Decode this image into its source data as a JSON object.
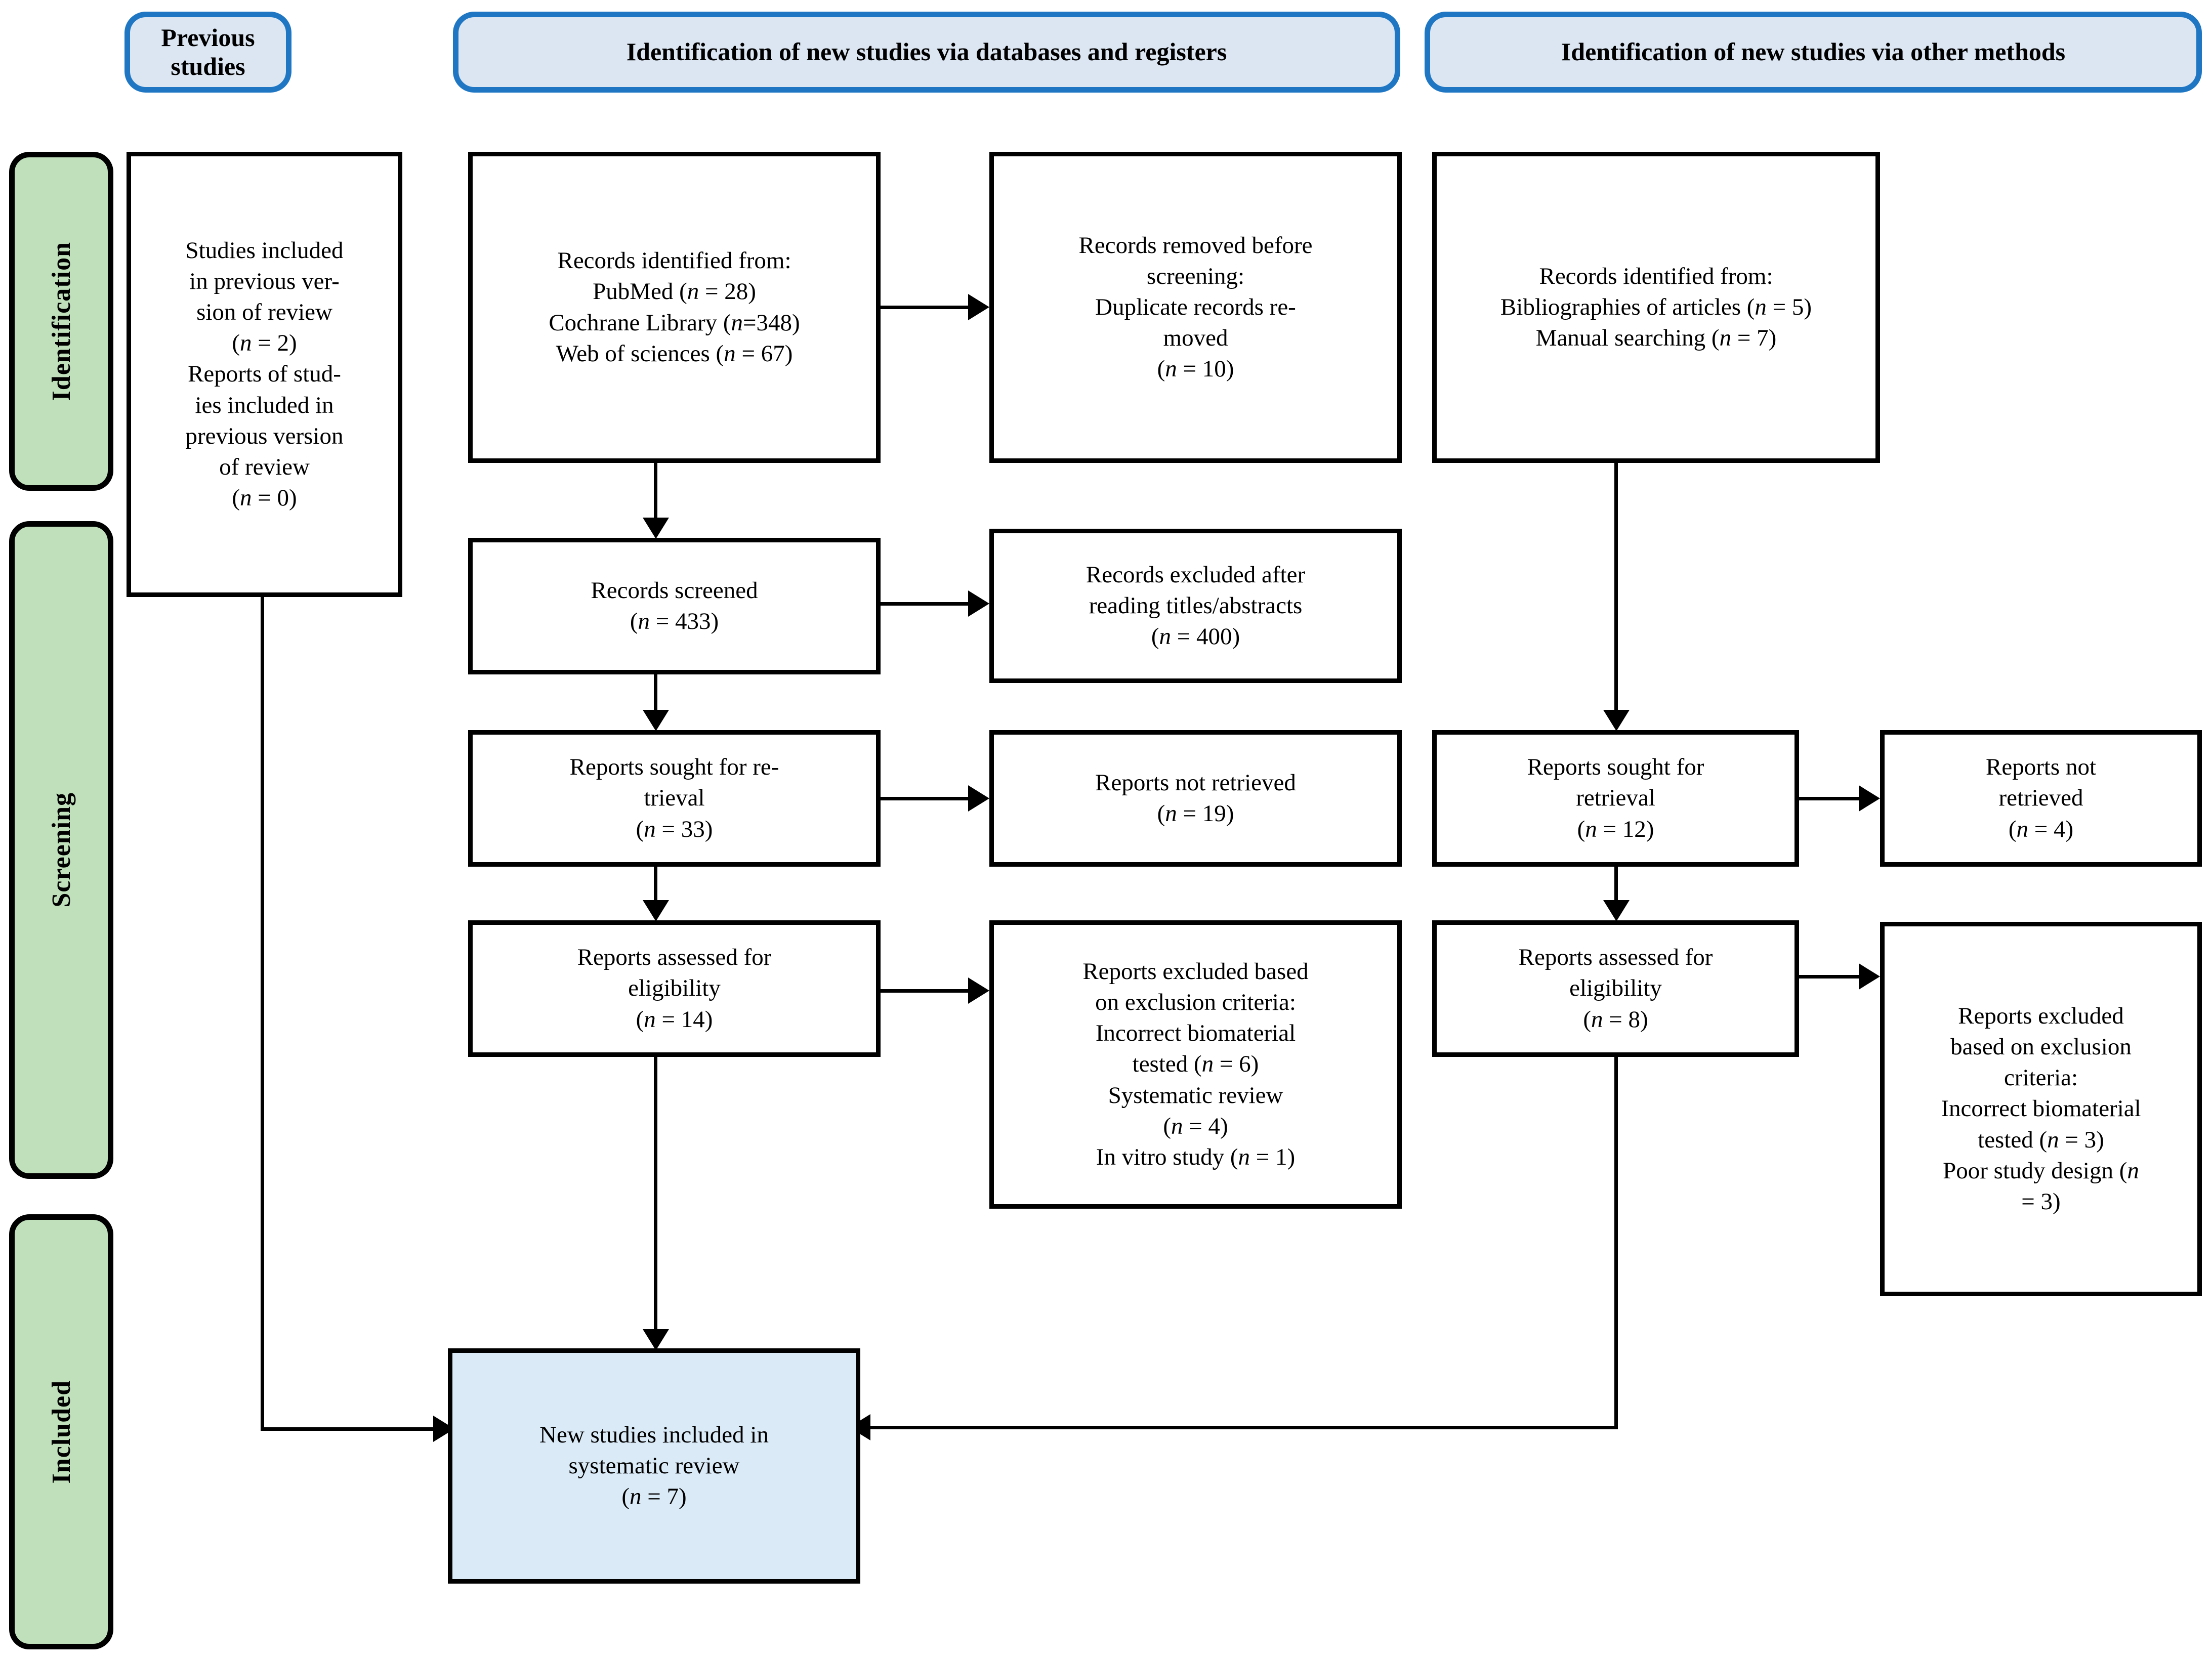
{
  "diagram": {
    "type": "PRISMA 2020 flow diagram (updated review)",
    "colors": {
      "header_fill": "#dce6f2",
      "header_border": "#1f77c4",
      "stage_fill": "#bfe0bb",
      "stage_border": "#000000",
      "box_border": "#000000",
      "box_fill": "#ffffff",
      "included_box_fill": "#daeaf7"
    }
  },
  "stages": [
    {
      "label": "Identification"
    },
    {
      "label": "Screening"
    },
    {
      "label": "Included"
    }
  ],
  "column_headers": [
    {
      "label": "Previous studies"
    },
    {
      "label": "Identification of new studies via databases and registers"
    },
    {
      "label": "Identification of new studies via other methods"
    }
  ],
  "boxes": {
    "previous_studies": {
      "text": "Studies included\nin previous ver-\nsion of review\n(n = 2)\nReports of stud-\nies included in\nprevious version\nof review\n(n = 0)",
      "counts": {
        "studies_included_previous_version": 2,
        "reports_of_studies_included_previous_version": 0
      }
    },
    "records_identified_databases": {
      "text": "Records identified from:\nPubMed (n = 28)\nCochrane Library (n=348)\nWeb of sciences (n = 67)",
      "counts": {
        "PubMed": 28,
        "Cochrane Library": 348,
        "Web of sciences": 67
      }
    },
    "records_removed_before_screening": {
      "text": "Records removed before\nscreening:\nDuplicate records re-\nmoved\n(n = 10)",
      "counts": {
        "duplicate_records_removed": 10
      }
    },
    "records_identified_other": {
      "text": "Records identified from:\nBibliographies of articles (n = 5)\nManual searching (n = 7)",
      "counts": {
        "Bibliographies of articles": 5,
        "Manual searching": 7
      }
    },
    "records_screened": {
      "text": "Records screened\n(n = 433)",
      "counts": {
        "n": 433
      }
    },
    "records_excluded": {
      "text": "Records excluded after\nreading titles/abstracts\n(n = 400)",
      "counts": {
        "n": 400
      }
    },
    "reports_sought_db": {
      "text": "Reports sought for re-\ntrieval\n(n = 33)",
      "counts": {
        "n": 33
      }
    },
    "reports_not_retrieved_db": {
      "text": "Reports not retrieved\n(n = 19)",
      "counts": {
        "n": 19
      }
    },
    "reports_assessed_db": {
      "text": "Reports assessed for\neligibility\n(n = 14)",
      "counts": {
        "n": 14
      }
    },
    "reports_excluded_db": {
      "text": "Reports excluded based\non exclusion criteria:\nIncorrect biomaterial\ntested (n = 6)\nSystematic review\n(n = 4)\nIn vitro study (n = 1)",
      "counts": {
        "Incorrect biomaterial tested": 6,
        "Systematic review": 4,
        "In vitro study": 1
      }
    },
    "reports_sought_other": {
      "text": "Reports sought for\nretrieval\n(n = 12)",
      "counts": {
        "n": 12
      }
    },
    "reports_not_retrieved_other": {
      "text": "Reports not\nretrieved\n(n = 4)",
      "counts": {
        "n": 4
      }
    },
    "reports_assessed_other": {
      "text": "Reports assessed for\neligibility\n(n = 8)",
      "counts": {
        "n": 8
      }
    },
    "reports_excluded_other": {
      "text": "Reports excluded\nbased on exclusion\ncriteria:\nIncorrect biomaterial\ntested (n = 3)\nPoor study design (n\n= 3)",
      "counts": {
        "Incorrect biomaterial tested": 3,
        "Poor study design": 3
      }
    },
    "new_studies_included": {
      "text": "New studies included in\nsystematic review\n(n = 7)",
      "counts": {
        "n": 7
      }
    }
  }
}
